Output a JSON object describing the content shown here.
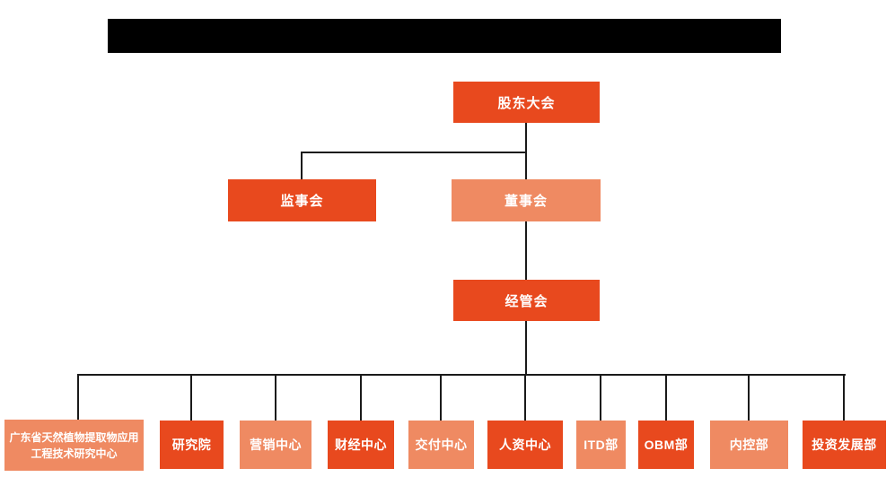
{
  "title_bar": {
    "type": "redacted-black-bar",
    "text": ""
  },
  "colors": {
    "primary_dark": "#E8491E",
    "primary_light": "#EF8A62",
    "line": "#1A1A1A",
    "title_bar_bg": "#000000",
    "text": "#FFFFFF"
  },
  "chart": {
    "type": "org-chart",
    "nodes": {
      "shareholders": {
        "label": "股东大会",
        "variant": "dark",
        "level": 1
      },
      "supervisory": {
        "label": "监事会",
        "variant": "dark",
        "level": 2
      },
      "board": {
        "label": "董事会",
        "variant": "light",
        "level": 2
      },
      "management": {
        "label": "经管会",
        "variant": "dark",
        "level": 3
      },
      "departments": [
        {
          "label": "广东省天然植物提取物应用工程技术研究中心",
          "variant": "light"
        },
        {
          "label": "研究院",
          "variant": "dark"
        },
        {
          "label": "营销中心",
          "variant": "light"
        },
        {
          "label": "财经中心",
          "variant": "dark"
        },
        {
          "label": "交付中心",
          "variant": "light"
        },
        {
          "label": "人资中心",
          "variant": "dark"
        },
        {
          "label": "ITD部",
          "variant": "light"
        },
        {
          "label": "OBM部",
          "variant": "dark"
        },
        {
          "label": "内控部",
          "variant": "light"
        },
        {
          "label": "投资发展部",
          "variant": "dark"
        }
      ]
    },
    "hierarchy": [
      "股东大会 -> 监事会",
      "股东大会 -> 董事会",
      "董事会 -> 经管会",
      "经管会 -> 广东省天然植物提取物应用工程技术研究中心, 研究院, 营销中心, 财经中心, 交付中心, 人资中心, ITD部, OBM部, 内控部, 投资发展部"
    ]
  }
}
